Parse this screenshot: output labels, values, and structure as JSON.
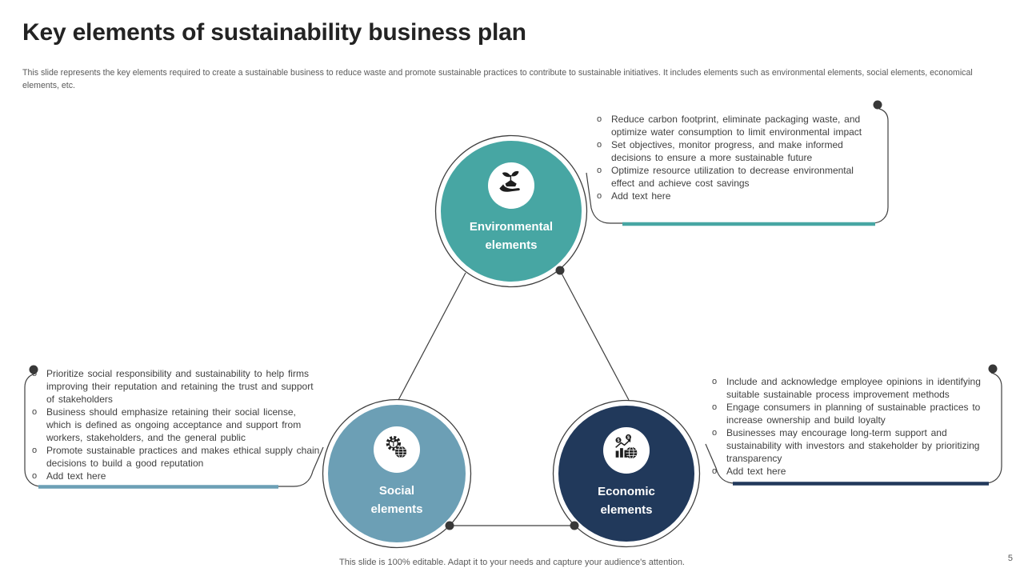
{
  "slide": {
    "title": "Key elements of sustainability business plan",
    "description": "This slide represents the key elements required to create a sustainable business to reduce waste and promote sustainable practices to contribute to sustainable initiatives. It includes elements such as environmental elements, social elements, economical elements, etc.",
    "footer": "This slide is 100% editable. Adapt it to your needs and capture your audience's attention.",
    "page_number": "5"
  },
  "colors": {
    "environmental_teal": "#47A6A3",
    "social_blue": "#6C9FB5",
    "economic_navy": "#21395B",
    "connector_gray": "#3F3F3F",
    "dot_black": "#383838",
    "body_text": "#3F3F3F",
    "muted_text": "#5A5A5A"
  },
  "bullet_marker": "o",
  "nodes": [
    {
      "id": "environmental",
      "label_line1": "Environmental",
      "label_line2": "elements",
      "icon": "hand-holding-plant-icon",
      "color": "#47A6A3"
    },
    {
      "id": "social",
      "label_line1": "Social",
      "label_line2": "elements",
      "icon": "eco-gear-globe-icon",
      "color": "#6C9FB5"
    },
    {
      "id": "economic",
      "label_line1": "Economic",
      "label_line2": "elements",
      "icon": "growth-chart-globe-icon",
      "color": "#21395B"
    }
  ],
  "callouts": {
    "environmental": {
      "bullets": [
        "Reduce carbon footprint, eliminate packaging waste, and optimize water consumption to limit environmental impact",
        "Set objectives, monitor progress, and make informed decisions to ensure a more sustainable future",
        "Optimize resource utilization to decrease environmental effect and achieve cost savings",
        "Add text here"
      ]
    },
    "social": {
      "bullets": [
        "Prioritize social responsibility and sustainability to help firms improving their reputation and retaining the trust and support of stakeholders",
        "Business should emphasize retaining their social license, which is defined as ongoing acceptance and support from workers, stakeholders, and the general public",
        "Promote sustainable practices and makes ethical supply chain decisions to build a good reputation",
        "Add text here"
      ]
    },
    "economic": {
      "bullets": [
        "Include and acknowledge employee opinions in identifying suitable sustainable process improvement methods",
        "Engage consumers in planning of sustainable practices to increase ownership and build loyalty",
        "Businesses may encourage long-term support and sustainability with investors and stakeholder by prioritizing transparency",
        "Add text here"
      ]
    }
  }
}
